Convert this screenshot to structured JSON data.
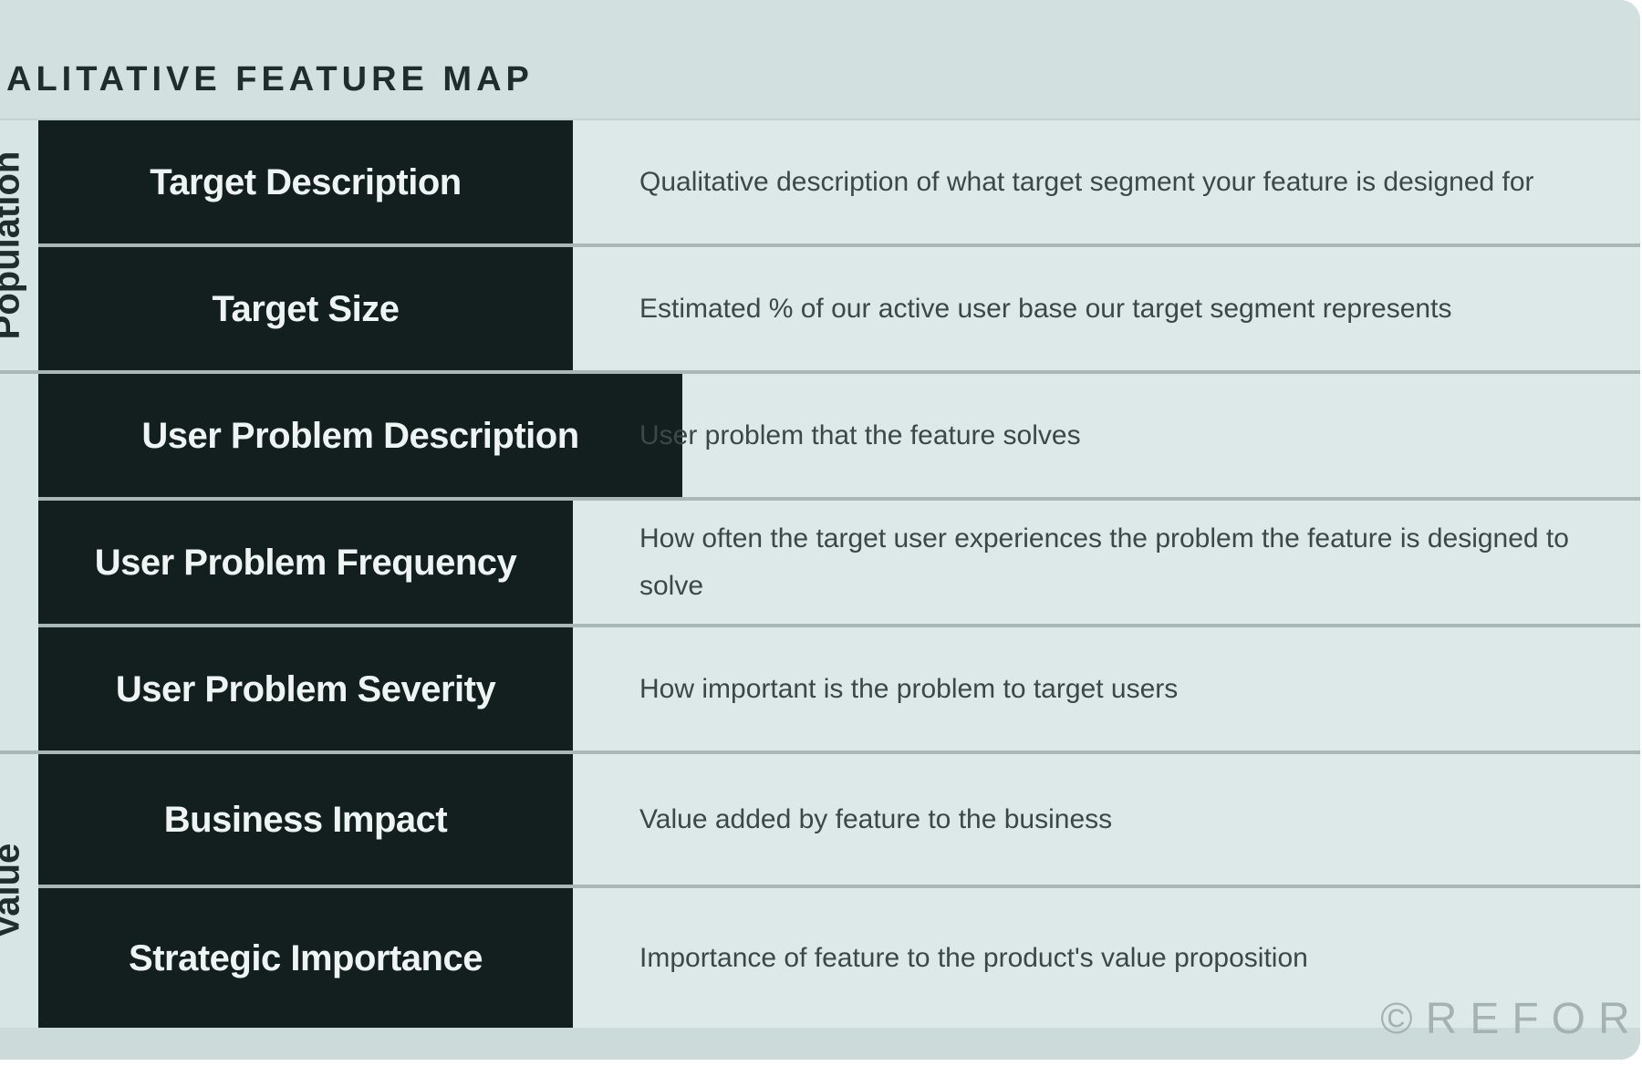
{
  "title": "QUALITATIVE FEATURE MAP",
  "groups": [
    {
      "label": "Population"
    },
    {
      "label": "Value"
    }
  ],
  "rows": [
    {
      "label": "Target Description",
      "description": "Qualitative description of what target segment your feature is designed for"
    },
    {
      "label": "Target Size",
      "description": "Estimated % of our active user base our target segment represents"
    },
    {
      "label": "User Problem Description",
      "description": "User problem that the feature solves"
    },
    {
      "label": "User Problem Frequency",
      "description": "How often the target user experiences the problem the feature is designed to solve"
    },
    {
      "label": "User Problem Severity",
      "description": "How important is the problem to target users"
    },
    {
      "label": "Business Impact",
      "description": "Value added by feature to the business"
    },
    {
      "label": "Strategic Importance",
      "description": "Importance of feature to the product's value proposition"
    }
  ],
  "watermark": "©REFORGE",
  "colors": {
    "label_bg": "#131f1f",
    "row_bg": "#dde9e9",
    "header_bg": "#d2e0e0"
  }
}
